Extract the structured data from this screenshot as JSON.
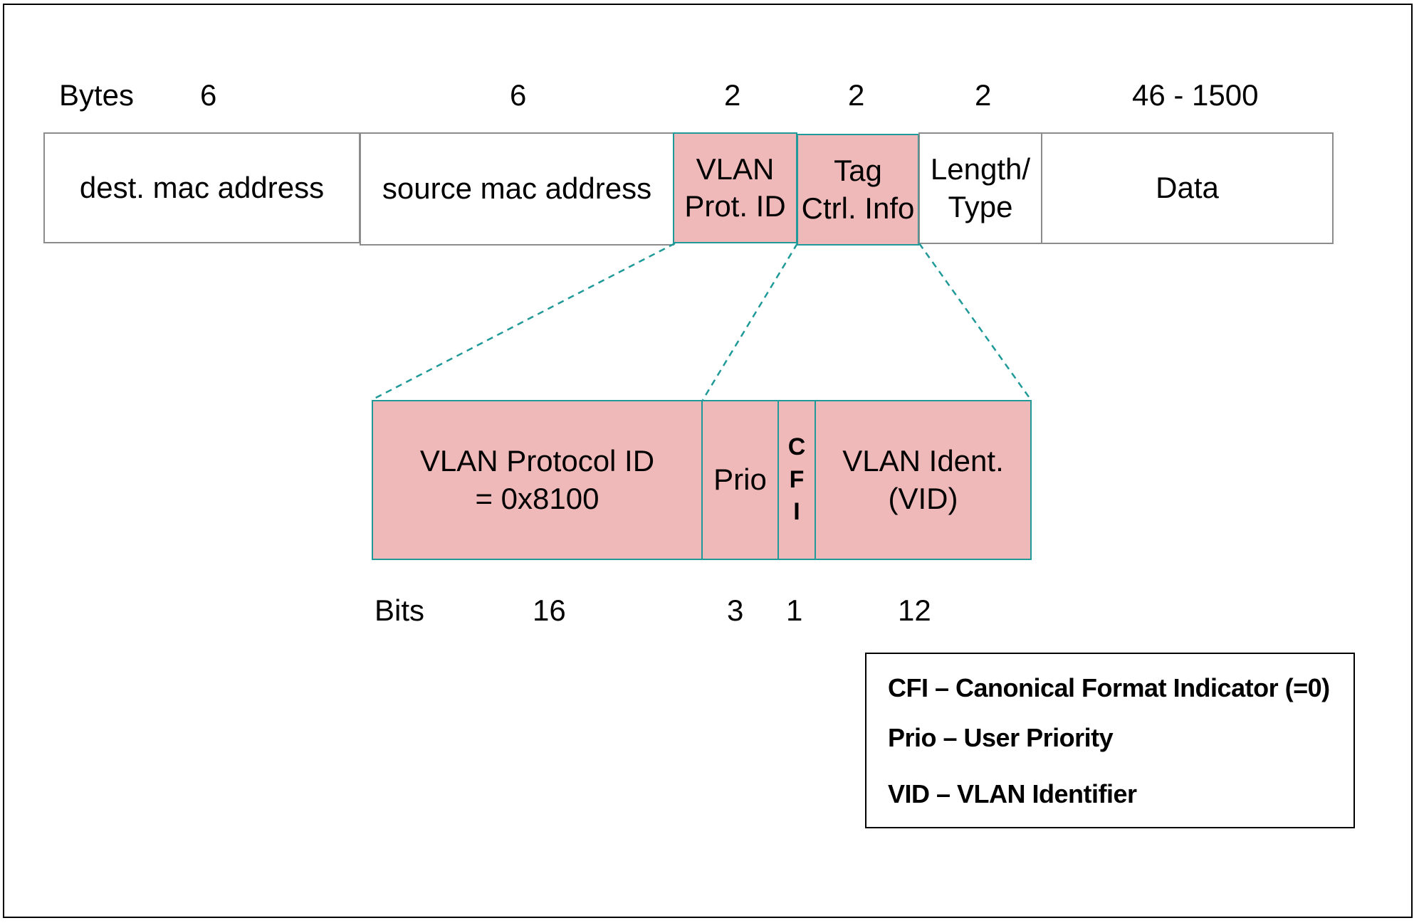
{
  "colors": {
    "highlight_fill": "#f0b9b9",
    "highlight_border": "#1f9a98",
    "plain_border": "#8c8c8c"
  },
  "frame": {
    "bytes_label": "Bytes",
    "fields": [
      {
        "label": "dest. mac address",
        "size": "6"
      },
      {
        "label": "source mac address",
        "size": "6"
      },
      {
        "label": "VLAN\nProt. ID",
        "size": "2"
      },
      {
        "label": "Tag\nCtrl. Info",
        "size": "2"
      },
      {
        "label": "Length/\nType",
        "size": "2"
      },
      {
        "label": "Data",
        "size": "46 - 1500"
      }
    ]
  },
  "tag": {
    "bits_label": "Bits",
    "fields": [
      {
        "label": "VLAN Protocol ID\n= 0x8100",
        "bits": "16"
      },
      {
        "label": "Prio",
        "bits": "3"
      },
      {
        "label": "C\nF\nI",
        "bits": "1"
      },
      {
        "label": "VLAN Ident.\n(VID)",
        "bits": "12"
      }
    ]
  },
  "legend": {
    "items": [
      "CFI  – Canonical Format Indicator (=0)",
      "Prio – User Priority",
      "VID – VLAN Identifier"
    ]
  }
}
